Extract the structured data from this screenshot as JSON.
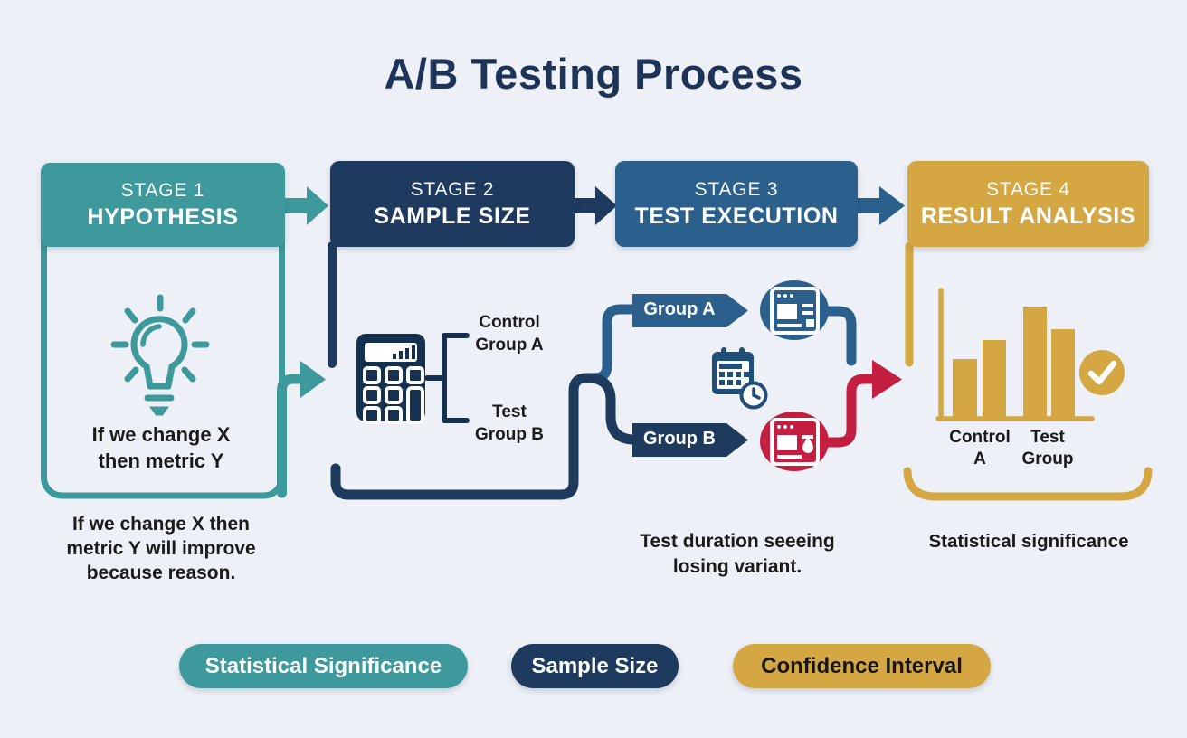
{
  "title": "A/B Testing Process",
  "colors": {
    "background": "#edf0f6",
    "teal": "#3d999b",
    "navy": "#1e3a5e",
    "blue": "#2b608d",
    "gold": "#d4a743",
    "red": "#c41f40",
    "title_text": "#1d3357"
  },
  "stages": [
    {
      "label": "STAGE 1",
      "name": "HYPOTHESIS",
      "color": "#3d999b"
    },
    {
      "label": "STAGE 2",
      "name": "SAMPLE SIZE",
      "color": "#1e3a5e"
    },
    {
      "label": "STAGE 3",
      "name": "TEST EXECUTION",
      "color": "#2b608d"
    },
    {
      "label": "STAGE 4",
      "name": "RESULT ANALYSIS",
      "color": "#d4a743"
    }
  ],
  "stage1": {
    "icon": "lightbulb-icon",
    "hypothesis": "If we change X then metric Y",
    "note": "If we change X then metric Y will improve because reason."
  },
  "stage2": {
    "icon": "calculator-icon",
    "control_label": "Control Group A",
    "test_label": "Test Group B"
  },
  "stage3": {
    "group_a": "Group A",
    "group_b": "Group B",
    "icons": [
      "browser-icon",
      "calendar-clock-icon",
      "browser-variant-icon"
    ],
    "note": "Test duration seeeing losing variant."
  },
  "stage4": {
    "icon": "bar-chart-icon",
    "check_icon": "checkmark-icon",
    "labels": [
      "Control A",
      "Test Group"
    ],
    "note": "Statistical significance"
  },
  "legend": [
    {
      "label": "Statistical Significance",
      "color": "#3d999b",
      "text_color": "#ffffff"
    },
    {
      "label": "Sample Size",
      "color": "#1e3a5e",
      "text_color": "#ffffff"
    },
    {
      "label": "Confidence Interval",
      "color": "#d4a743",
      "text_color": "#161616"
    }
  ]
}
